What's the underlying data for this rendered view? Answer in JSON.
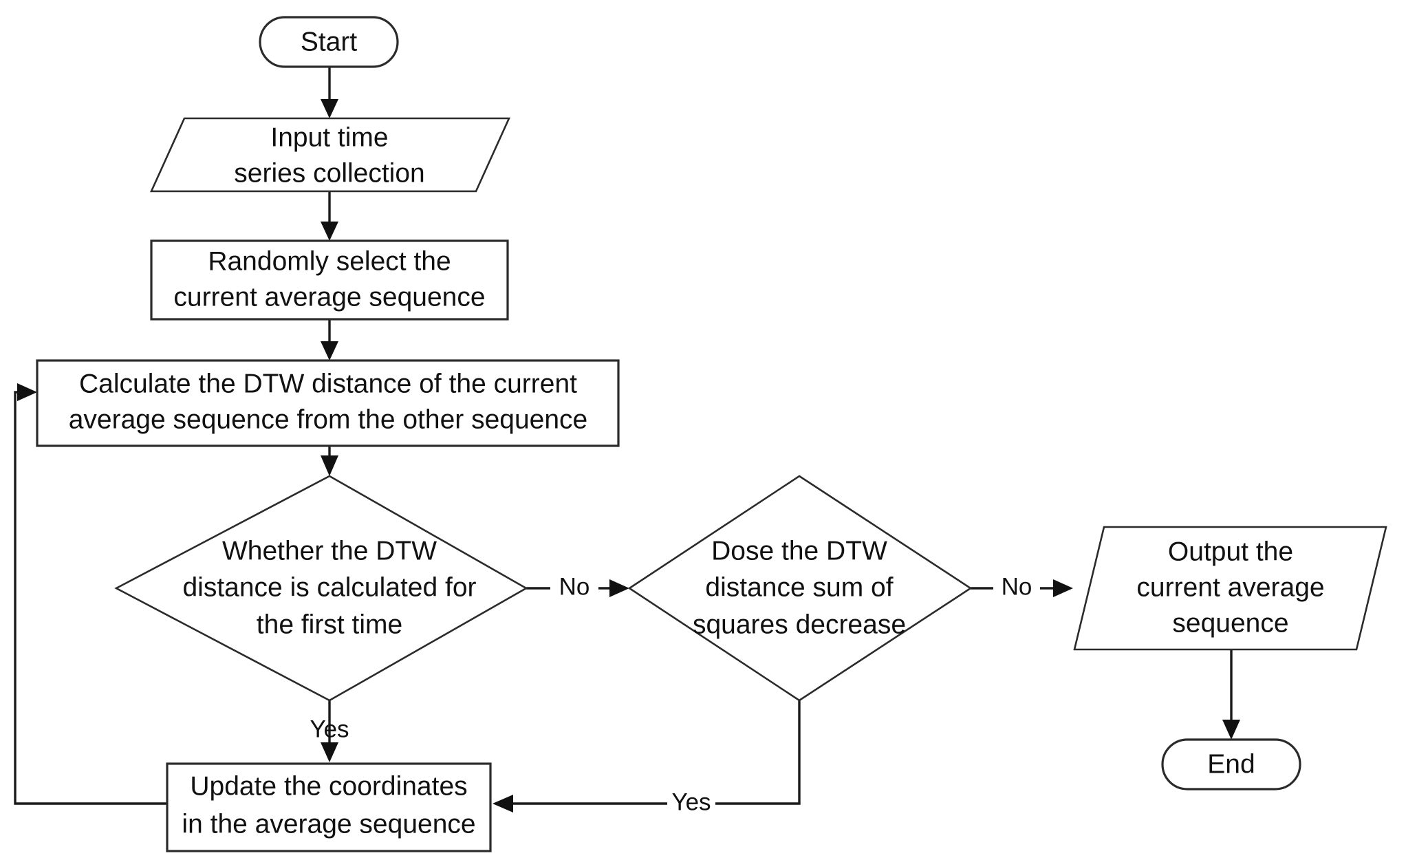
{
  "diagram": {
    "title": "DTW Barycenter Averaging Flowchart",
    "background_color": "#ffffff",
    "line_color": "#1a1a1a",
    "text_color": "#111111",
    "nodes": {
      "start": {
        "shape": "terminator",
        "label": "Start"
      },
      "input": {
        "shape": "parallelogram",
        "line1": "Input time",
        "line2": "series collection"
      },
      "randomly_select": {
        "shape": "process",
        "line1": "Randomly select the",
        "line2": "current average sequence"
      },
      "calculate": {
        "shape": "process",
        "line1": "Calculate the DTW distance of the current",
        "line2": "average sequence from the other sequence"
      },
      "decision_first_time": {
        "shape": "decision",
        "line1": "Whether the DTW",
        "line2": "distance is calculated for",
        "line3": "the first time"
      },
      "decision_decrease": {
        "shape": "decision",
        "line1": "Dose the DTW",
        "line2": "distance sum of",
        "line3": "squares decrease"
      },
      "output": {
        "shape": "parallelogram",
        "line1": "Output the",
        "line2": "current average",
        "line3": "sequence"
      },
      "end": {
        "shape": "terminator",
        "label": "End"
      },
      "update": {
        "shape": "process",
        "line1": "Update the coordinates",
        "line2": "in the average sequence"
      }
    },
    "edge_labels": {
      "first_time_no": "No",
      "first_time_yes": "Yes",
      "decrease_no": "No",
      "decrease_yes": "Yes"
    }
  }
}
